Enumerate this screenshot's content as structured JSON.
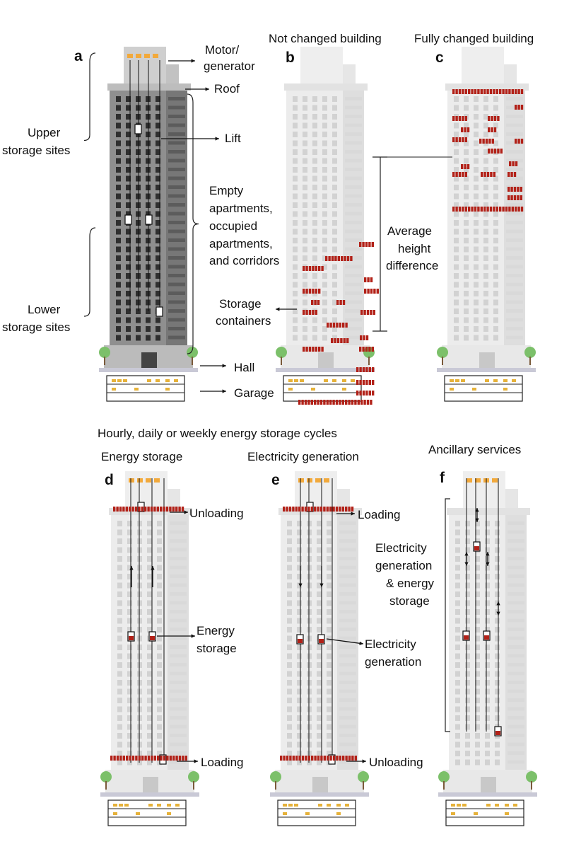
{
  "panels": {
    "a": {
      "letter": "a"
    },
    "b": {
      "letter": "b",
      "title": "Not changed building"
    },
    "c": {
      "letter": "c",
      "title": "Fully changed building"
    },
    "d": {
      "letter": "d",
      "title": "Energy storage"
    },
    "e": {
      "letter": "e",
      "title": "Electricity generation"
    },
    "f": {
      "letter": "f",
      "title": "Ancillary services"
    }
  },
  "labels": {
    "motor_line1": "Motor/",
    "motor_line2": "generator",
    "roof": "Roof",
    "lift": "Lift",
    "upper_line1": "Upper",
    "upper_line2": "storage sites",
    "lower_line1": "Lower",
    "lower_line2": "storage sites",
    "apartments_line1": "Empty",
    "apartments_line2": "apartments,",
    "apartments_line3": "occupied",
    "apartments_line4": "apartments,",
    "apartments_line5": "and corridors",
    "hall": "Hall",
    "garage": "Garage",
    "storage_line1": "Storage",
    "storage_line2": "containers",
    "avg_line1": "Average",
    "avg_line2": "height",
    "avg_line3": "difference",
    "cycles": "Hourly, daily or weekly energy storage cycles",
    "d_top": "Unloading",
    "d_mid_line1": "Energy",
    "d_mid_line2": "storage",
    "d_bottom": "Loading",
    "e_top": "Loading",
    "e_mid_line1": "Electricity",
    "e_mid_line2": "generation",
    "e_bottom": "Unloading",
    "f_line1": "Electricity",
    "f_line2": "generation",
    "f_line3": "& energy",
    "f_line4": "storage"
  },
  "colors": {
    "container": "#b22118",
    "motor": "#f2a93b",
    "tower_light": "#e6e6e6",
    "tower_dark": "#9a9a9a",
    "window_dark": "#3a3a3a",
    "tree": "#7cc06a"
  }
}
